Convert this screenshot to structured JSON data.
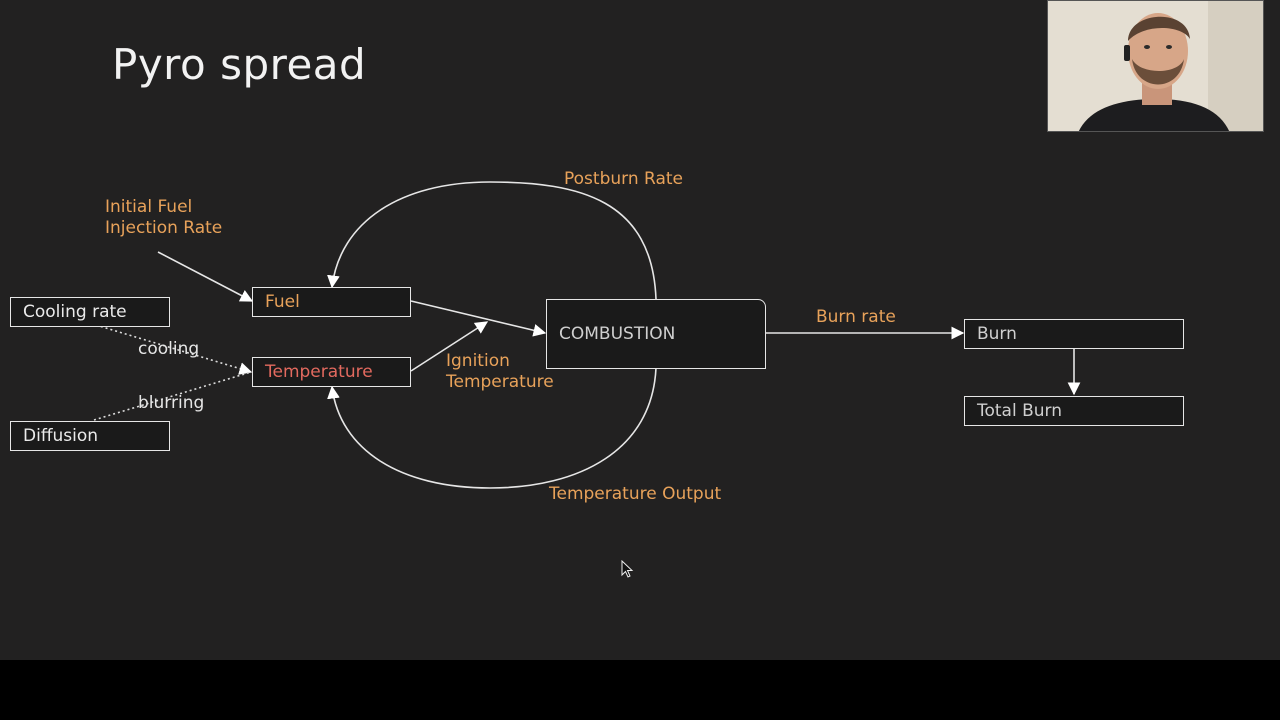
{
  "slide": {
    "title": "Pyro spread"
  },
  "nodes": {
    "cooling_rate": "Cooling rate",
    "diffusion": "Diffusion",
    "fuel": "Fuel",
    "temperature": "Temperature",
    "combustion": "COMBUSTION",
    "burn": "Burn",
    "total_burn": "Total Burn"
  },
  "labels": {
    "initial_fuel_line1": "Initial Fuel",
    "initial_fuel_line2": "Injection Rate",
    "postburn_rate": "Postburn Rate",
    "cooling": "cooling",
    "blurring": "blurring",
    "ignition_line1": "Ignition",
    "ignition_line2": "Temperature",
    "burn_rate": "Burn rate",
    "temperature_output": "Temperature Output"
  },
  "colors": {
    "background": "#222121",
    "orange_label": "#e8a25a",
    "red_label": "#e36a5f",
    "line": "#e6e6e6"
  },
  "icons": {
    "cursor": "mouse-pointer-icon",
    "webcam": "webcam-feed"
  }
}
